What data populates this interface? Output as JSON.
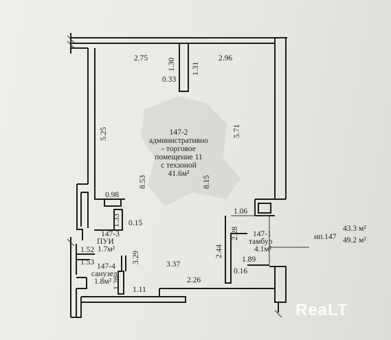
{
  "plan": {
    "room_main": {
      "id": "147-2",
      "desc": [
        "административно",
        "- торговое",
        "помещение 11",
        "с техзоной"
      ],
      "area": "41.6м²"
    },
    "room_puy": {
      "id": "147-3",
      "name": "ПУИ",
      "area": "1.7м²"
    },
    "room_sanuzel": {
      "id": "147-4",
      "name": "санузел",
      "area": "1.8м²"
    },
    "room_tambur": {
      "id": "147-1",
      "name": "тамбур",
      "area": "4.1м²"
    },
    "totals": {
      "label": "ип.147",
      "area1": "43.3 м²",
      "area2": "49.2 м²"
    },
    "dims": {
      "d275": "2.75",
      "d296": "2.96",
      "d130": "1.30",
      "d131": "1.31",
      "d033": "0.33",
      "d525": "5.25",
      "d571": "5.71",
      "d853": "8.53",
      "d815": "8.15",
      "d098": "0.98",
      "d133": "1.33",
      "d015": "0.15",
      "d152": "1.52",
      "d153": "1.53",
      "d329": "3.29",
      "d337": "3.37",
      "d128": "1.28",
      "d111": "1.11",
      "d226": "2.26",
      "d106": "1.06",
      "d228": "2.28",
      "d244": "2.44",
      "d189": "1.89",
      "d016": "0.16"
    },
    "watermark": "ReaLT"
  }
}
